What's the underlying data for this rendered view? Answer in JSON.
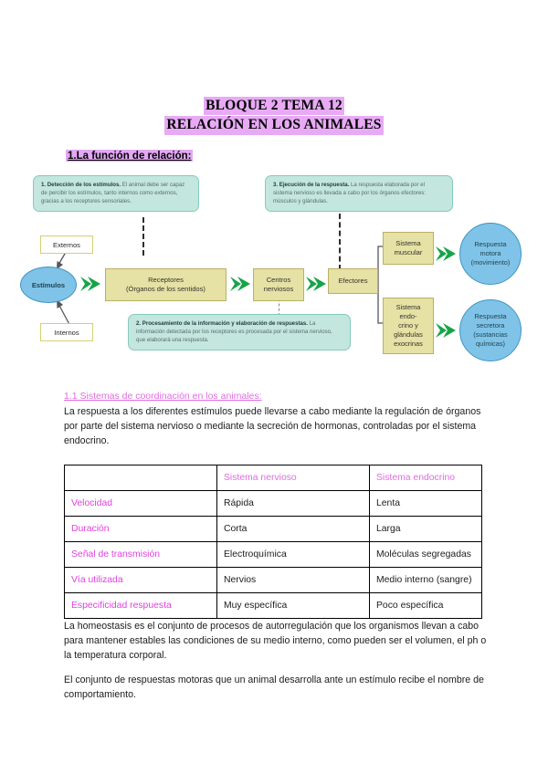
{
  "document": {
    "title_line1": "BLOQUE 2 TEMA 12",
    "title_line2": "RELACIÓN EN LOS ANIMALES",
    "section_heading": "1.La función de relación:",
    "sub_heading": "1.1 Sistemas de coordinación en los animales:",
    "intro_paragraph": "La respuesta a los diferentes estímulos puede llevarse a cabo mediante la regulación de órganos por parte del sistema nervioso o mediante la secreción de hormonas, controladas por el sistema endocrino.",
    "homeostasis_paragraph": "La homeostasis es el conjunto de procesos de autorregulación que los organismos llevan a cabo para mantener estables las condiciones de su medio interno, como pueden ser el volumen, el ph o la temperatura corporal.",
    "behaviour_paragraph": "El conjunto de respuestas motoras que un animal desarrolla ante un estímulo recibe el nombre de comportamiento."
  },
  "diagram": {
    "info_boxes": [
      {
        "id": "deteccion",
        "bold": "1. Detección de los estímulos.",
        "text": " El animal debe ser capaz de percibir los estímulos, tanto internos como externos, gracias a los receptores sensoriales."
      },
      {
        "id": "ejecucion",
        "bold": "3. Ejecución de la respuesta.",
        "text": " La respuesta elaborada por el sistema nervioso es llevada a cabo por los órganos efectores: músculos y glándulas."
      },
      {
        "id": "procesamiento",
        "bold": "2. Procesamiento de la información y elaboración de respuestas.",
        "text": " La información detectada por los receptores es procesada por el sistema nervioso, que elaborará una respuesta."
      }
    ],
    "nodes": {
      "externos": "Externos",
      "internos": "Internos",
      "estimulos": "Estímulos",
      "receptores_line1": "Receptores",
      "receptores_line2": "(Órganos de los sentidos)",
      "centros_line1": "Centros",
      "centros_line2": "nerviosos",
      "efectores": "Efectores",
      "sistema_muscular_line1": "Sistema",
      "sistema_muscular_line2": "muscular",
      "sistema_endocrino_line1": "Sistema",
      "sistema_endocrino_line2": "endo-",
      "sistema_endocrino_line3": "crino y",
      "sistema_endocrino_line4": "glándulas",
      "sistema_endocrino_line5": "exocrinas",
      "respuesta_motora_line1": "Respuesta",
      "respuesta_motora_line2": "motora",
      "respuesta_motora_line3": "(movimiento)",
      "respuesta_secretora_line1": "Respuesta",
      "respuesta_secretora_line2": "secretora",
      "respuesta_secretora_line3": "(sustancias",
      "respuesta_secretora_line4": "químicas)"
    },
    "colors": {
      "mint_fill": "#c3e6de",
      "mint_border": "#86c9bf",
      "yellow_fill": "#e6e1a4",
      "yellow_border": "#b9b062",
      "blue_fill": "#7fc4e8",
      "blue_border": "#3f93c4",
      "arrow_green": "#18a349",
      "connector_gray": "#55565a"
    }
  },
  "table": {
    "headers": [
      "",
      "Sistema nervioso",
      "Sistema endocrino"
    ],
    "rows": [
      {
        "key": "Velocidad",
        "nervioso": "Rápida",
        "endocrino": "Lenta"
      },
      {
        "key": "Duración",
        "nervioso": "Corta",
        "endocrino": "Larga"
      },
      {
        "key": "Señal de transmisión",
        "nervioso": "Electroquímica",
        "endocrino": "Moléculas segregadas"
      },
      {
        "key": "Vía utilizada",
        "nervioso": "Nervios",
        "endocrino": "Medio interno (sangre)"
      },
      {
        "key": "Especificidad respuesta",
        "nervioso": "Muy específica",
        "endocrino": "Poco específica"
      }
    ]
  },
  "highlight_colors": {
    "title_highlight": "#e8aaf5",
    "heading_highlight": "#e2a8f2",
    "pink_text": "#e040e0"
  }
}
